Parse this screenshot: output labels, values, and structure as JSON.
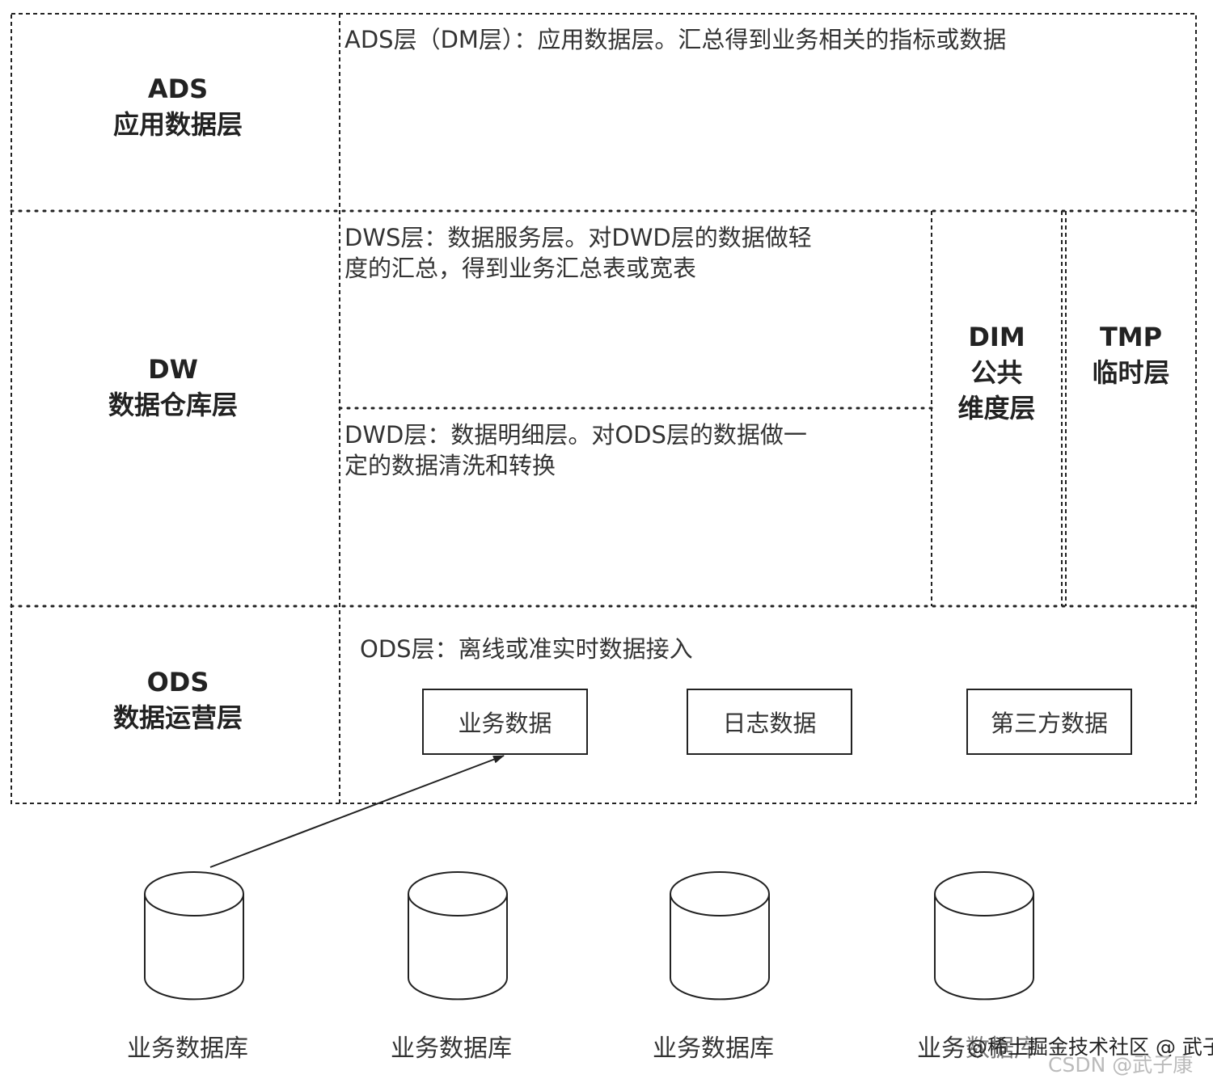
{
  "layers": {
    "ads": {
      "code": "ADS",
      "name": "应用数据层",
      "desc": "ADS层（DM层）：应用数据层。汇总得到业务相关的指标或数据"
    },
    "dw": {
      "code": "DW",
      "name": "数据仓库层"
    },
    "dws": {
      "line1": "DWS层：数据服务层。对DWD层的数据做轻",
      "line2": "度的汇总，得到业务汇总表或宽表"
    },
    "dwd": {
      "line1": "DWD层：数据明细层。对ODS层的数据做一",
      "line2": "定的数据清洗和转换"
    },
    "dim": {
      "code": "DIM",
      "line1": "公共",
      "line2": "维度层"
    },
    "tmp": {
      "code": "TMP",
      "name": "临时层"
    },
    "ods": {
      "code": "ODS",
      "name": "数据运营层",
      "desc": "ODS层：离线或准实时数据接入"
    }
  },
  "sources": [
    "业务数据",
    "日志数据",
    "第三方数据"
  ],
  "databases": [
    "业务数据库",
    "业务数据库",
    "业务数据库",
    "业务数据库"
  ],
  "watermark": {
    "line1": "@稀土掘金技术社区 @ 武子康",
    "line2": "CSDN @武子康"
  },
  "colors": {
    "line": "#222222",
    "text": "#333333"
  }
}
